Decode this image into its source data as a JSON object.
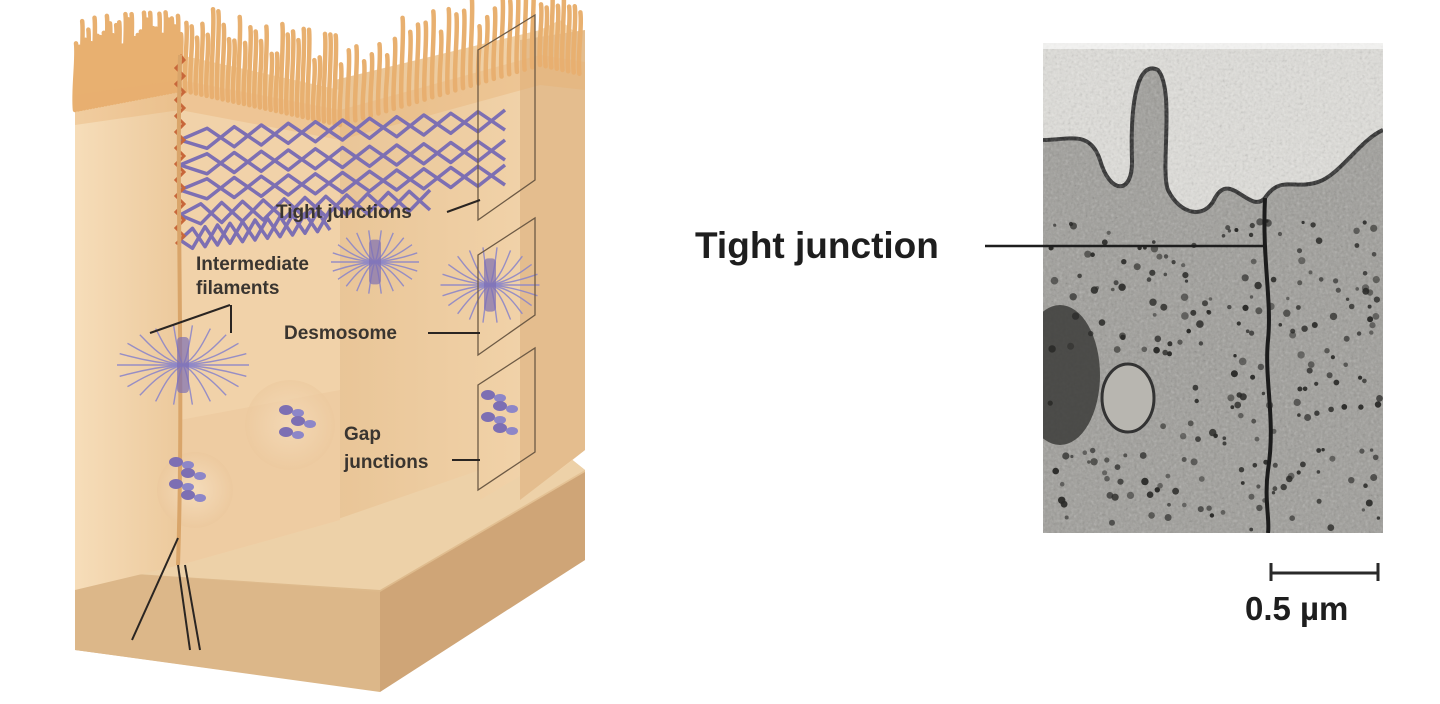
{
  "illustration": {
    "labels": {
      "tight_junctions": "Tight junctions",
      "intermediate_line1": "Intermediate",
      "intermediate_line2": "filaments",
      "desmosome": "Desmosome",
      "gap_line1": "Gap",
      "gap_line2": "junctions"
    }
  },
  "micrograph": {
    "label": "Tight junction",
    "scale_bar": "0.5 µm"
  },
  "colors": {
    "tissue_light": "#f3d8b2",
    "tissue_mid": "#e7c193",
    "tissue_dark": "#c9a071",
    "microvilli": "#e8b070",
    "filament": "#7d6fb3",
    "fibril": "#8d86c8",
    "micrograph_bg": "#9a9a98"
  }
}
